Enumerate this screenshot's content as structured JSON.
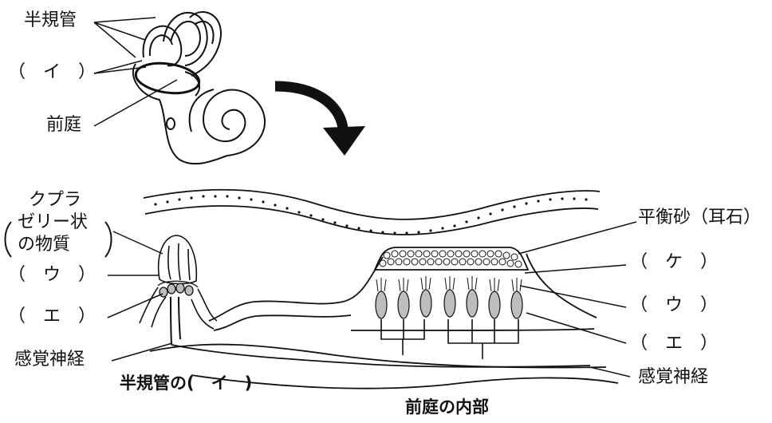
{
  "labels": {
    "semicircular_canals": "半規管",
    "i_top": "（　イ　）",
    "vestibule": "前庭",
    "cupula_line1": "クプラ",
    "cupula_line2": "ゼリー状",
    "cupula_line3": "の物質",
    "u_left": "（　ウ　）",
    "e_left": "（　エ　）",
    "sensory_nerve_left": "感覚神経",
    "caption_left": "半規管の(　イ　)",
    "otolith": "平衡砂（耳石）",
    "ke_right": "（　ケ　）",
    "u_right": "（　ウ　）",
    "e_right": "（　エ　）",
    "sensory_nerve_right": "感覚神経",
    "caption_right": "前庭の内部"
  },
  "colors": {
    "ink": "#111111",
    "cell_fill": "#bdbdbd"
  }
}
